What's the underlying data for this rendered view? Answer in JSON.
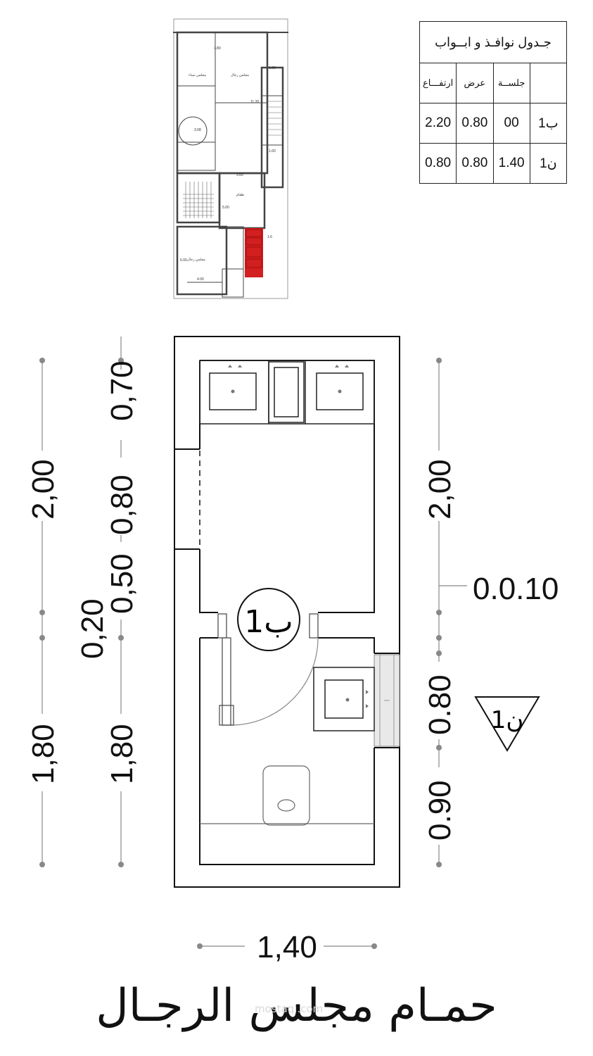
{
  "key_plan": {
    "room_labels": [
      "مجلس نساء",
      "مجلس رجال",
      "طعام",
      "مجلس رجال"
    ],
    "dims": [
      "7.80",
      "1.60",
      "11.20",
      "3.08",
      "3.60",
      "1.60",
      "6.00",
      "4.00",
      "5.00",
      "1.6"
    ],
    "highlight_color": "#d21f1f"
  },
  "schedule": {
    "title": "جـدول نوافـذ و ابــواب",
    "headers": [
      "ارتفـــاع",
      "عرض",
      "جلســة",
      ""
    ],
    "rows": [
      [
        "2.20",
        "0.80",
        "00",
        "ب1"
      ],
      [
        "0.80",
        "0.80",
        "1.40",
        "ن1"
      ]
    ]
  },
  "plan": {
    "dims_left_outer": [
      "2,00",
      "1,80"
    ],
    "dims_left_inner": [
      "0,70",
      "0,80",
      "0,50",
      "0,20",
      "1,80"
    ],
    "dims_right": [
      "2,00",
      "0.80",
      "0.90"
    ],
    "level_label": "0.0.10",
    "door_tag": "ب1",
    "window_tag": "ن1",
    "bottom_dim": "1,40"
  },
  "footer": {
    "title": "حمـام مجلس الرجـال",
    "watermark": "mostaqi.com"
  }
}
